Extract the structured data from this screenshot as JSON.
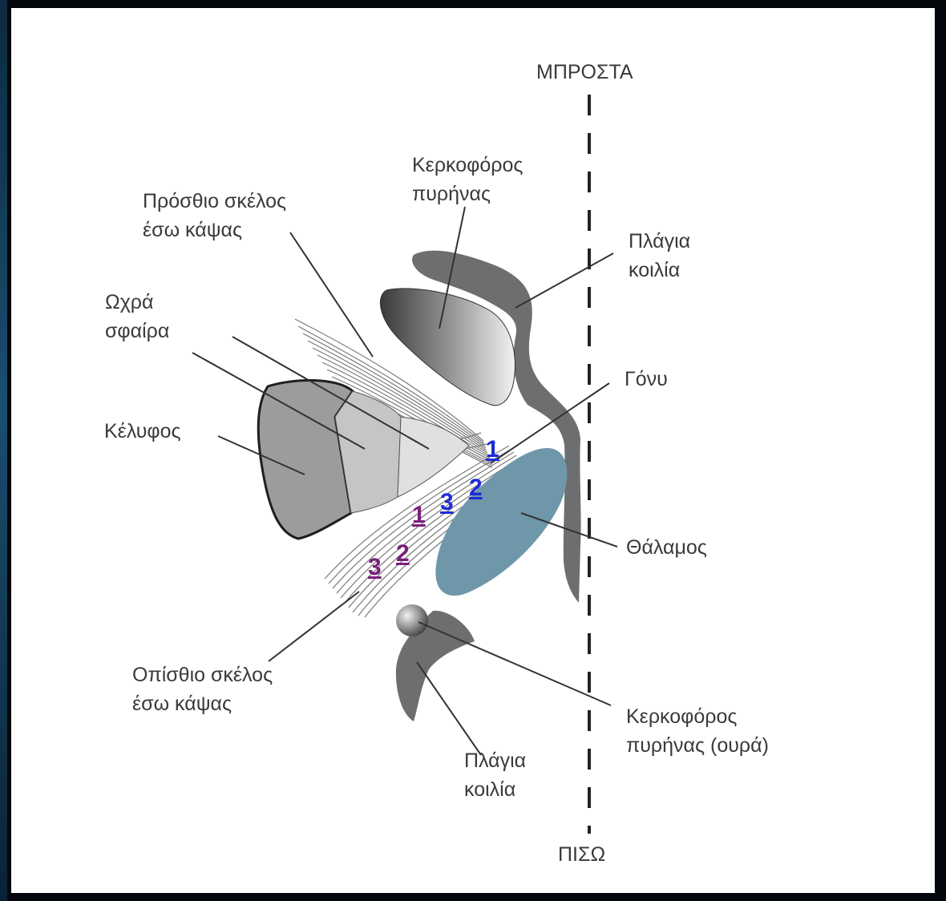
{
  "labels": {
    "front": "ΜΠΡΟΣΤΑ",
    "back": "ΠΙΣΩ",
    "caudate_l1": "Κερκοφόρος",
    "caudate_l2": "πυρήνας",
    "ant_limb_l1": "Πρόσθιο σκέλος",
    "ant_limb_l2": "έσω κάψας",
    "lat_vent_top_l1": "Πλάγια",
    "lat_vent_top_l2": "κοιλία",
    "globus_l1": "Ωχρά",
    "globus_l2": "σφαίρα",
    "genu": "Γόνυ",
    "putamen": "Κέλυφος",
    "thalamus": "Θάλαμος",
    "post_limb_l1": "Οπίσθιο σκέλος",
    "post_limb_l2": "έσω κάψας",
    "caudate_tail_l1": "Κερκοφόρος",
    "caudate_tail_l2": "πυρήνας (ουρά)",
    "lat_vent_bottom_l1": "Πλάγια",
    "lat_vent_bottom_l2": "κοιλία"
  },
  "markers": {
    "ant_1": "1",
    "ant_2": "2",
    "ant_3": "3",
    "post_1": "1",
    "post_2": "2",
    "post_3": "3"
  },
  "colors": {
    "marker_anterior": "#1f2bd8",
    "marker_posterior": "#7b1f7b",
    "thalamus": "#6f97aa",
    "ventricle": "#6d6e70",
    "putamen": "#9c9c9c"
  }
}
